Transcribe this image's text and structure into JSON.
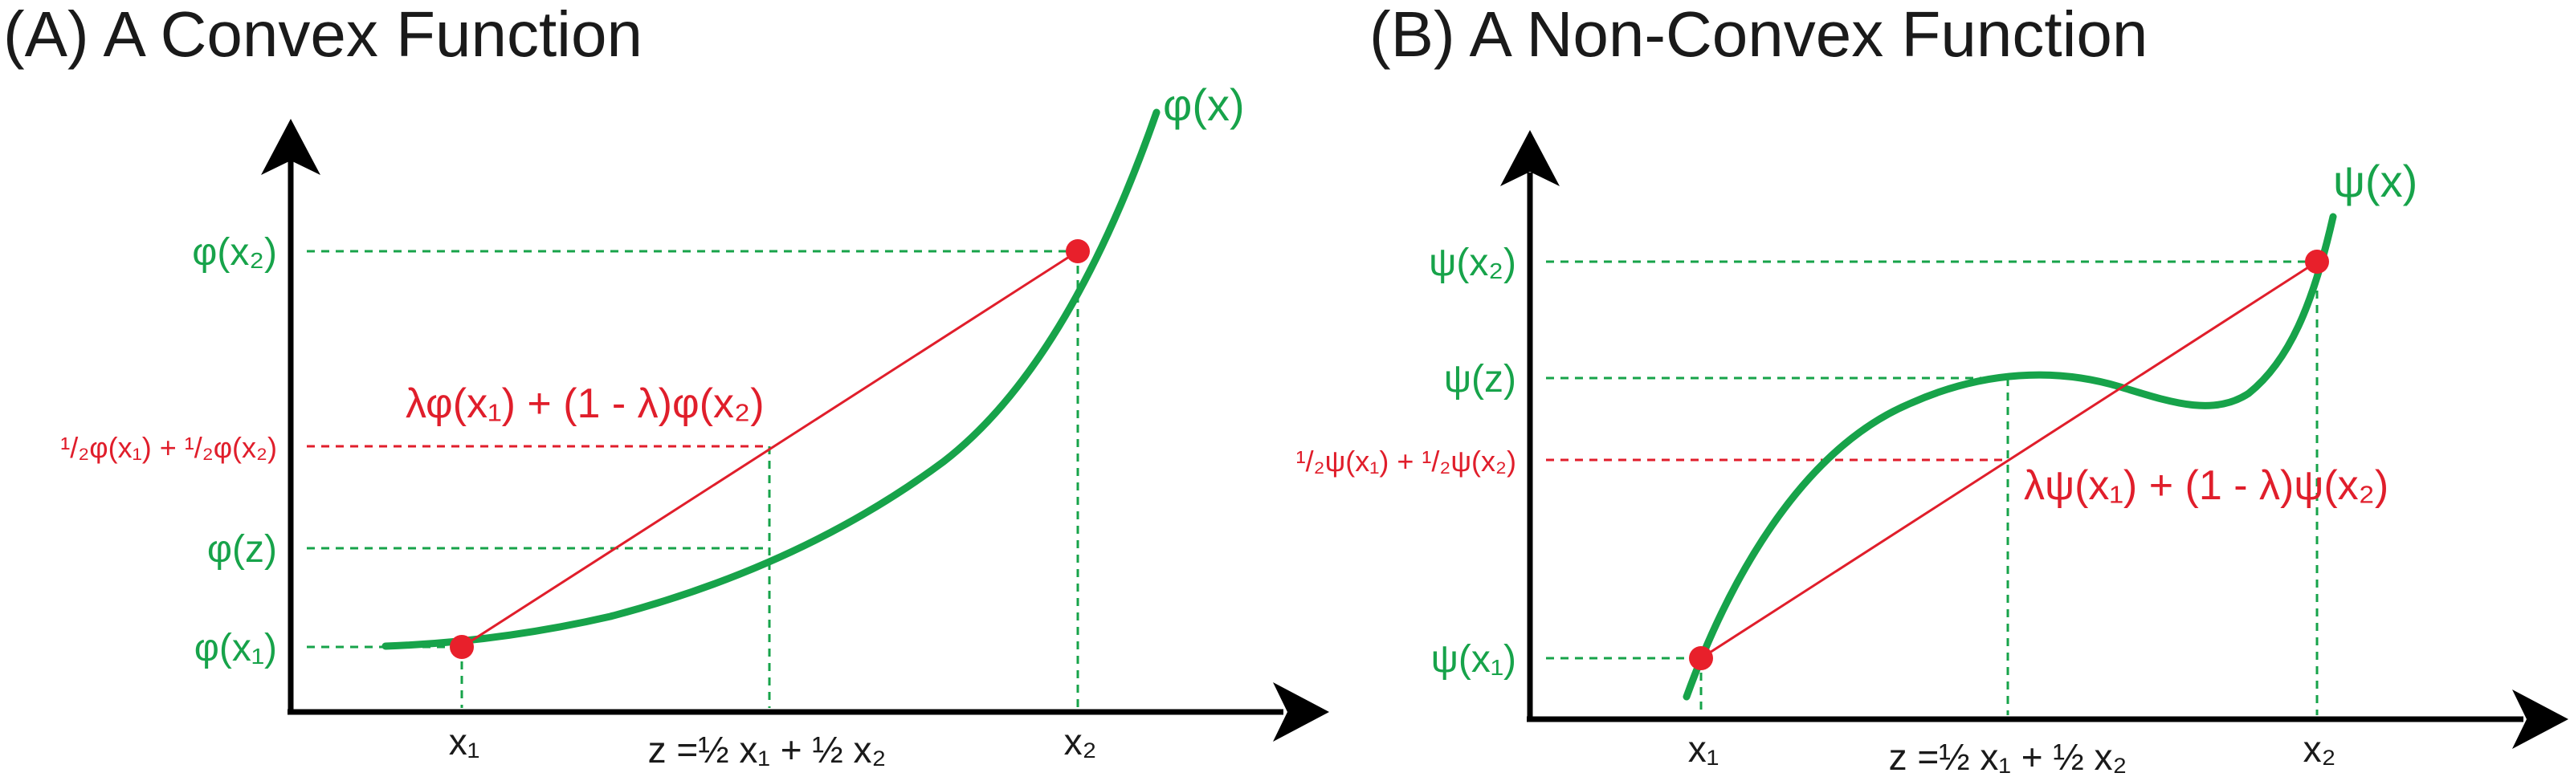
{
  "panels": [
    {
      "title": "(A) A Convex Function",
      "curve_label": "φ(x)",
      "y_labels": {
        "fx2": "φ(x₂)",
        "mix": "¹/₂φ(x₁) + ¹/₂φ(x₂)",
        "fz": "φ(z)",
        "fx1": "φ(x₁)"
      },
      "chord_label": "λφ(x₁) + (1 - λ)φ(x₂)",
      "x_labels": {
        "x1": "x₁",
        "z": "z =½ x₁ + ½ x₂",
        "x2": "x₂"
      }
    },
    {
      "title": "(B) A Non-Convex Function",
      "curve_label": "ψ(x)",
      "y_labels": {
        "fx2": "ψ(x₂)",
        "fz": "ψ(z)",
        "mix": "¹/₂ψ(x₁) + ¹/₂ψ(x₂)",
        "fx1": "ψ(x₁)"
      },
      "chord_label": "λψ(x₁) + (1 - λ)ψ(x₂)",
      "x_labels": {
        "x1": "x₁",
        "z": "z =½ x₁ + ½ x₂",
        "x2": "x₂"
      }
    }
  ],
  "colors": {
    "curve": "#17a34a",
    "chord": "#e01e2b",
    "point": "#e8202b",
    "axis": "#000000"
  }
}
